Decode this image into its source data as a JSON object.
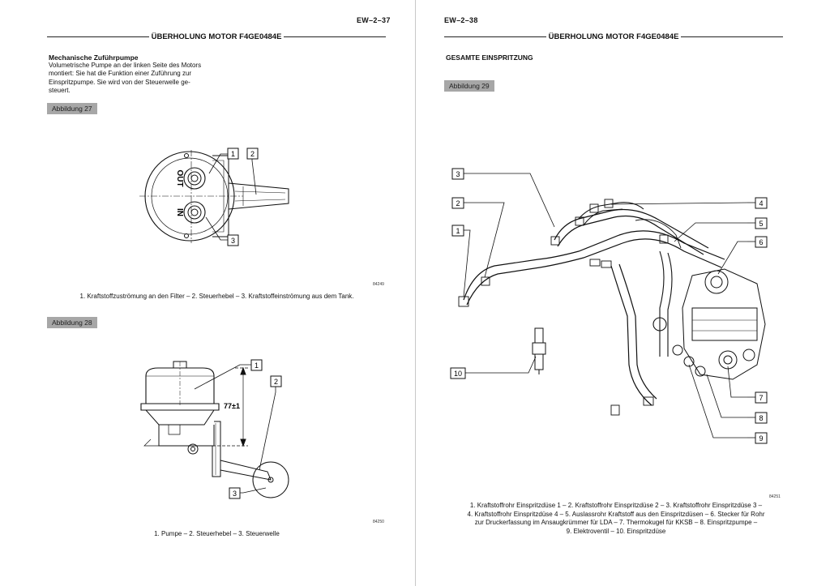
{
  "left": {
    "page_number": "EW–2–37",
    "header": "ÜBERHOLUNG MOTOR F4GE0484E",
    "section_title": "Mechanische Zuführpumpe",
    "section_lines": [
      "Volumetrische Pumpe an der linken Seite des Motors",
      "montiert: Sie hat die Funktion einer Zuführung zur",
      "Einspritzpumpe. Sie wird von der Steuerwelle ge-",
      "steuert."
    ],
    "fig27": {
      "label": "Abbildung 27",
      "callouts": [
        "1",
        "2",
        "3"
      ],
      "out_text": "OUT",
      "in_text": "IN",
      "code": "84249",
      "caption": "1. Kraftstoffzuströmung an den Filter – 2. Steuerhebel – 3. Kraftstoffeinströmung aus dem Tank."
    },
    "fig28": {
      "label": "Abbildung 28",
      "callouts": [
        "1",
        "2",
        "3"
      ],
      "dimension": "77±1",
      "code": "84250",
      "caption": "1. Pumpe – 2. Steuerhebel – 3. Steuerwelle"
    }
  },
  "right": {
    "page_number": "EW–2–38",
    "header": "ÜBERHOLUNG MOTOR F4GE0484E",
    "section_title": "GESAMTE EINSPRITZUNG",
    "fig29": {
      "label": "Abbildung 29",
      "callouts": [
        "1",
        "2",
        "3",
        "4",
        "5",
        "6",
        "7",
        "8",
        "9",
        "10"
      ],
      "code": "84251",
      "caption_lines": [
        "1. Kraftstoffrohr Einspritzdüse 1 – 2. Kraftstoffrohr Einspritzdüse 2 – 3. Kraftstoffrohr Einspritzdüse 3 –",
        "4. Kraftstoffrohr Einspritzdüse 4 – 5. Auslassrohr Kraftstoff aus den Einspritzdüsen – 6. Stecker für Rohr",
        "zur Druckerfassung im Ansaugkrümmer für LDA – 7. Thermokugel für KKSB – 8. Einspritzpumpe –",
        "9. Elektroventil – 10. Einspritzdüse"
      ]
    }
  }
}
